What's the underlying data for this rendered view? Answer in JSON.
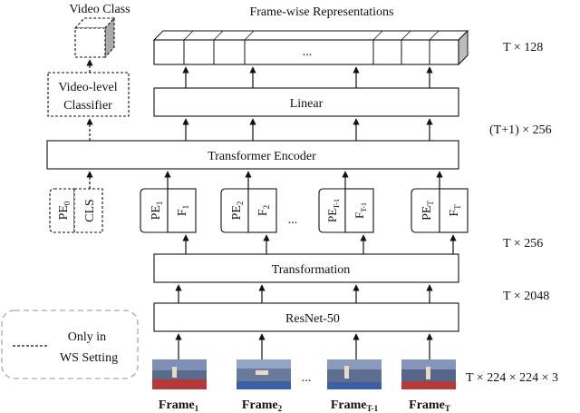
{
  "labels": {
    "video_class": "Video Class",
    "framewise_title": "Frame-wise Representations",
    "video_classifier_line1": "Video-level",
    "video_classifier_line2": "Classifier",
    "linear": "Linear",
    "transformer_encoder": "Transformer Encoder",
    "transformation": "Transformation",
    "resnet": "ResNet-50",
    "ellipsis": "...",
    "legend_line1": "Only in",
    "legend_line2": "WS Setting"
  },
  "dims": {
    "t128": "T × 128",
    "t1_256": "(T+1) × 256",
    "t256": "T × 256",
    "t2048": "T × 2048",
    "input": "T × 224 × 224 × 3"
  },
  "tokens": {
    "cls": {
      "pe": "PE",
      "pe_sub": "0",
      "f": "CLS"
    },
    "t1": {
      "pe": "PE",
      "pe_sub": "1",
      "f": "F",
      "f_sub": "1"
    },
    "t2": {
      "pe": "PE",
      "pe_sub": "2",
      "f": "F",
      "f_sub": "2"
    },
    "tm1": {
      "pe": "PE",
      "pe_sub": "T-1",
      "f": "F",
      "f_sub": "T-1"
    },
    "tt": {
      "pe": "PE",
      "pe_sub": "T",
      "f": "F",
      "f_sub": "T"
    }
  },
  "frames": [
    {
      "label": "Frame",
      "sub": "1"
    },
    {
      "label": "Frame",
      "sub": "2"
    },
    {
      "label": "Frame",
      "sub": "T-1"
    },
    {
      "label": "Frame",
      "sub": "T"
    }
  ]
}
